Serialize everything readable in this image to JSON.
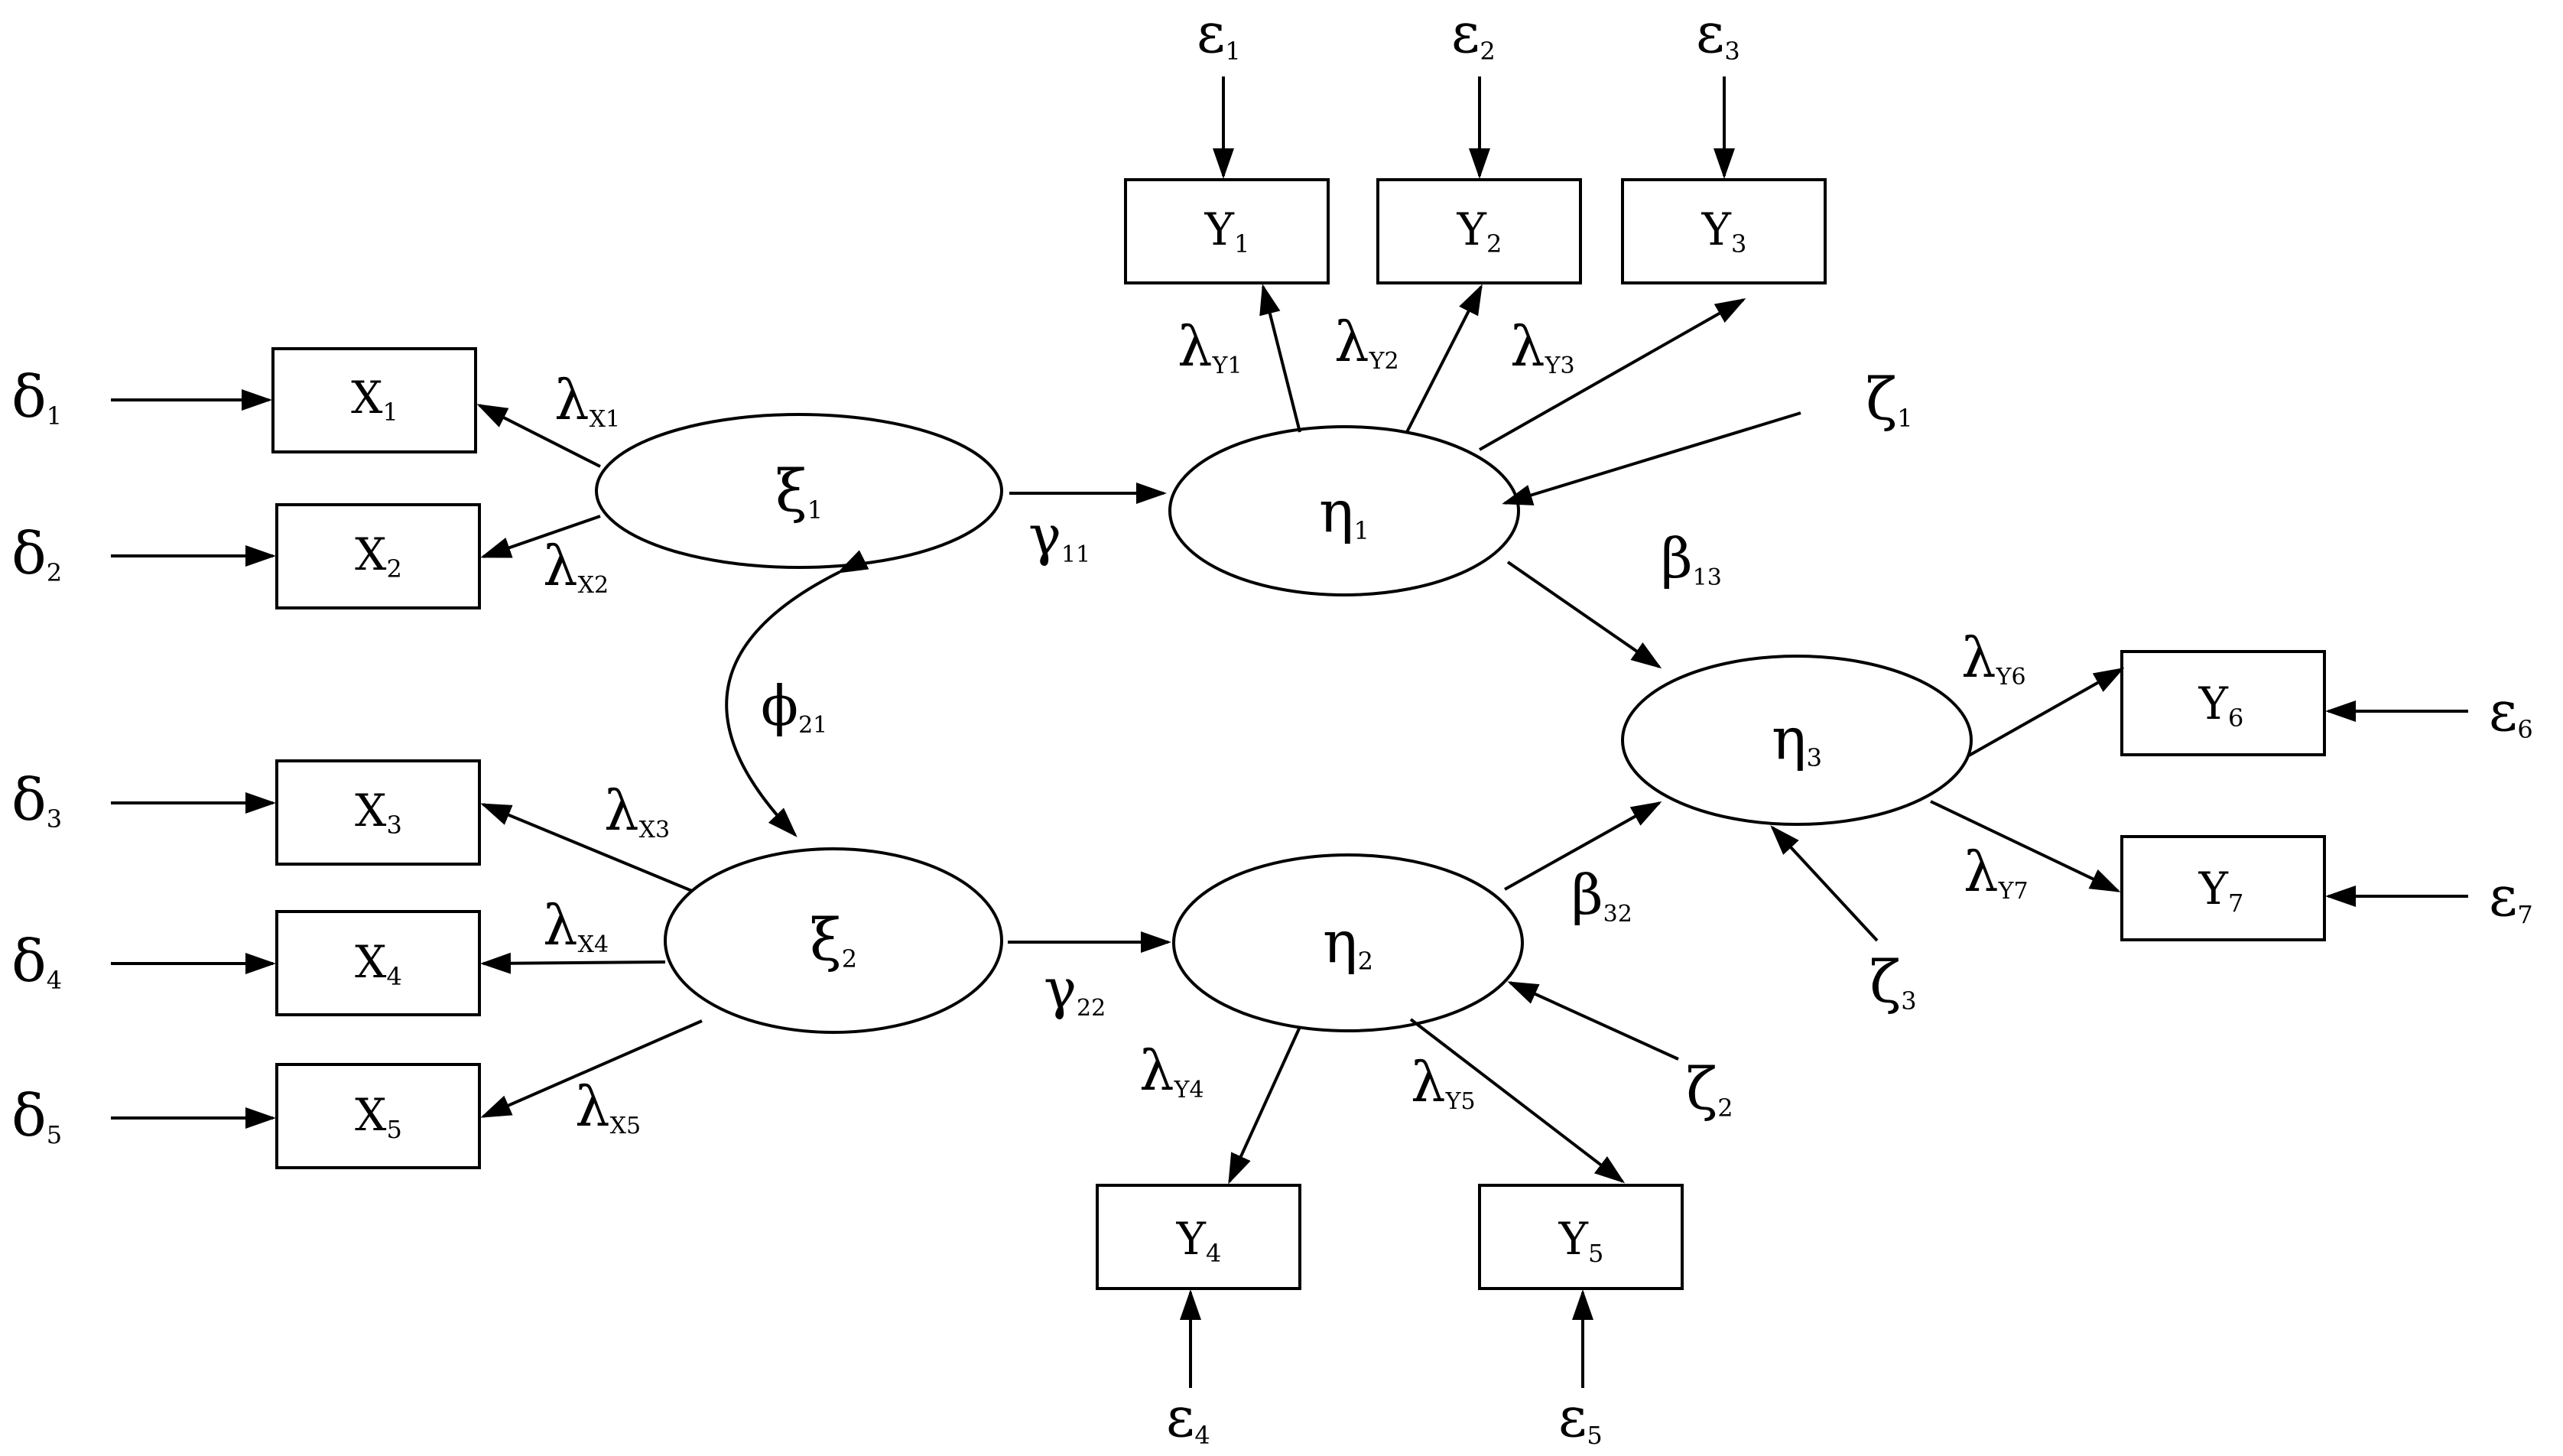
{
  "diagram": {
    "observed": {
      "x1": {
        "main": "X",
        "sub": "1"
      },
      "x2": {
        "main": "X",
        "sub": "2"
      },
      "x3": {
        "main": "X",
        "sub": "3"
      },
      "x4": {
        "main": "X",
        "sub": "4"
      },
      "x5": {
        "main": "X",
        "sub": "5"
      },
      "y1": {
        "main": "Y",
        "sub": "1"
      },
      "y2": {
        "main": "Y",
        "sub": "2"
      },
      "y3": {
        "main": "Y",
        "sub": "3"
      },
      "y4": {
        "main": "Y",
        "sub": "4"
      },
      "y5": {
        "main": "Y",
        "sub": "5"
      },
      "y6": {
        "main": "Y",
        "sub": "6"
      },
      "y7": {
        "main": "Y",
        "sub": "7"
      }
    },
    "latent": {
      "xi1": {
        "main": "ξ",
        "sub": "1"
      },
      "xi2": {
        "main": "ξ",
        "sub": "2"
      },
      "eta1": {
        "main": "η",
        "sub": "1"
      },
      "eta2": {
        "main": "η",
        "sub": "2"
      },
      "eta3": {
        "main": "η",
        "sub": "3"
      }
    },
    "errors": {
      "delta1": {
        "main": "δ",
        "sub": "1"
      },
      "delta2": {
        "main": "δ",
        "sub": "2"
      },
      "delta3": {
        "main": "δ",
        "sub": "3"
      },
      "delta4": {
        "main": "δ",
        "sub": "4"
      },
      "delta5": {
        "main": "δ",
        "sub": "5"
      },
      "eps1": {
        "main": "ε",
        "sub": "1"
      },
      "eps2": {
        "main": "ε",
        "sub": "2"
      },
      "eps3": {
        "main": "ε",
        "sub": "3"
      },
      "eps4": {
        "main": "ε",
        "sub": "4"
      },
      "eps5": {
        "main": "ε",
        "sub": "5"
      },
      "eps6": {
        "main": "ε",
        "sub": "6"
      },
      "eps7": {
        "main": "ε",
        "sub": "7"
      },
      "zeta1": {
        "main": "ζ",
        "sub": "1"
      },
      "zeta2": {
        "main": "ζ",
        "sub": "2"
      },
      "zeta3": {
        "main": "ζ",
        "sub": "3"
      }
    },
    "paths": {
      "lx1": {
        "main": "λ",
        "sub": "X1"
      },
      "lx2": {
        "main": "λ",
        "sub": "X2"
      },
      "lx3": {
        "main": "λ",
        "sub": "X3"
      },
      "lx4": {
        "main": "λ",
        "sub": "X4"
      },
      "lx5": {
        "main": "λ",
        "sub": "X5"
      },
      "ly1": {
        "main": "λ",
        "sub": "Y1"
      },
      "ly2": {
        "main": "λ",
        "sub": "Y2"
      },
      "ly3": {
        "main": "λ",
        "sub": "Y3"
      },
      "ly4": {
        "main": "λ",
        "sub": "Y4"
      },
      "ly5": {
        "main": "λ",
        "sub": "Y5"
      },
      "ly6": {
        "main": "λ",
        "sub": "Y6"
      },
      "ly7": {
        "main": "λ",
        "sub": "Y7"
      },
      "g11": {
        "main": "γ",
        "sub": "11"
      },
      "g22": {
        "main": "γ",
        "sub": "22"
      },
      "b13": {
        "main": "β",
        "sub": "13"
      },
      "b32": {
        "main": "β",
        "sub": "32"
      },
      "phi21": {
        "main": "ϕ",
        "sub": "21"
      }
    }
  }
}
